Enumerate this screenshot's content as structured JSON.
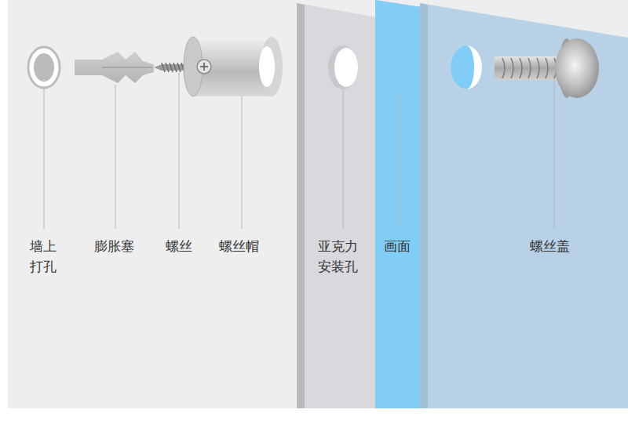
{
  "diagram": {
    "labels": [
      "墙上 打孔",
      "膨胀塞",
      "螺丝",
      "螺丝帽",
      "亚克力 安装孔",
      "画面",
      "螺丝盖"
    ]
  }
}
